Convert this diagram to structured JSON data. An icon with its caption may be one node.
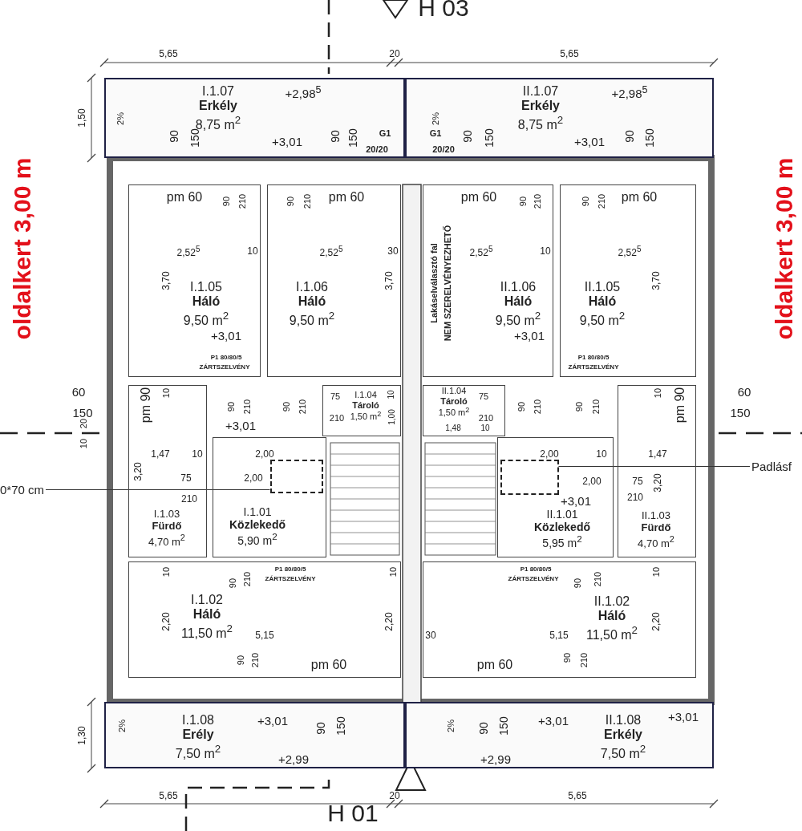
{
  "diagram": {
    "nodes": [
      {
        "text": [
          "I.1.07",
          "Erkély",
          "8,75 m$^{2}$"
        ]
      },
      {
        "text": [
          "II.1.07",
          "Erkély",
          "8,75 m$^{2}$"
        ]
      },
      {
        "text": [
          "I.1.05",
          "Háló",
          "9,50 m$^{2}$"
        ]
      },
      {
        "text": [
          "I.1.06",
          "Háló",
          "9,50 m$^{2}$"
        ]
      },
      {
        "text": [
          "II.1.06",
          "Háló",
          "9,50 m$^{2}$"
        ]
      },
      {
        "text": [
          "II.1.05",
          "Háló",
          "9,50 m$^{2}$"
        ]
      },
      {
        "text": [
          "I.1.04",
          "Tároló",
          "1,50 m$^{2}$"
        ]
      },
      {
        "text": [
          "II.1.04",
          "Tároló",
          "1,50 m$^{2}$"
        ]
      },
      {
        "text": [
          "I.1.03",
          "Fürdő",
          "4,70 m$^{2}$"
        ]
      },
      {
        "text": [
          "I.1.01",
          "Közlekedő",
          "5,90 m$^{2}$"
        ]
      },
      {
        "text": [
          "II.1.01",
          "Közlekedő",
          "5,95 m$^{2}$"
        ]
      },
      {
        "text": [
          "II.1.03",
          "Fürdő",
          "4,70 m$^{2}$"
        ]
      },
      {
        "text": [
          "I.1.02",
          "Háló",
          "11,50 m$^{2}$"
        ]
      },
      {
        "text": [
          "II.1.02",
          "Háló",
          "11,50 m$^{2}$"
        ]
      },
      {
        "text": [
          "I.1.08",
          "Erély",
          "7,50 m$^{2}$"
        ]
      },
      {
        "text": [
          "II.1.08",
          "Erkély",
          "7,50 m$^{2}$"
        ]
      },
      {
        "text": [
          "0*70 cm"
        ]
      },
      {
        "text": [],
        "shape": "box",
        "in": 9
      },
      {
        "text": [
          "Padlásf"
        ]
      },
      {
        "text": [],
        "shape": "box",
        "in": 10
      }
    ],
    "edges": [
      {
        "from": 16,
        "to": 17,
        "arrow": "none"
      },
      {
        "from": 18,
        "to": 19,
        "arrow": "none"
      }
    ],
    "labels": [
      "H 03",
      "5,65",
      "20",
      "5,65",
      "1,50",
      "oldalkert 3,00 m",
      "oldalkert 3,00 m",
      "+2,98$^{5}$",
      "+2,98$^{5}$",
      "2%",
      "2%",
      "90",
      "150",
      "+3,01",
      "90",
      "150",
      "G1",
      "20/20",
      "G1",
      "20/20",
      "90",
      "150",
      "+3,01",
      "90",
      "150",
      "pm 60",
      "90",
      "210",
      "90",
      "210",
      "pm 60",
      "pm 60",
      "90",
      "210",
      "90",
      "210",
      "pm 60",
      "2,52$^{5}$",
      "10",
      "2,52$^{5}$",
      "30",
      "2,52$^{5}$",
      "10",
      "2,52$^{5}$",
      "3,70",
      "3,70",
      "3,70",
      "Lakáselválasztó fal",
      "NEM SZERELVÉNYEZHETŐ",
      "+3,01",
      "+3,01",
      "P1 80/80/5",
      "ZÁRTSZELVÉNY",
      "P1 80/80/5",
      "ZÁRTSZELVÉNY",
      "60",
      "150",
      "pm 90",
      "10",
      "90",
      "210",
      "90",
      "210",
      "75",
      "210",
      "10",
      "1,00",
      "75",
      "210",
      "90",
      "210",
      "90",
      "210",
      "1,48",
      "10",
      "60",
      "150",
      "pm 90",
      "10",
      "20",
      "10",
      "+3,01",
      "1,47",
      "10",
      "2,00",
      "3,20",
      "75",
      "2,00",
      "210",
      "2,00",
      "10",
      "1,47",
      "2,00",
      "+3,01",
      "75",
      "3,20",
      "210",
      "P1 80/80/5",
      "ZÁRTSZELVÉNY",
      "P1 80/80/5",
      "ZÁRTSZELVÉNY",
      "10",
      "90",
      "210",
      "10",
      "90",
      "210",
      "10",
      "2,20",
      "2,20",
      "2,20",
      "5,15",
      "30",
      "5,15",
      "90",
      "210",
      "pm 60",
      "pm 60",
      "90",
      "210",
      "+3,01",
      "90",
      "150",
      "2%",
      "1,30",
      "+2,99",
      "90",
      "150",
      "+3,01",
      "2%",
      "+3,01",
      "+2,99",
      "5,65",
      "20",
      "5,65",
      "H 01"
    ]
  }
}
